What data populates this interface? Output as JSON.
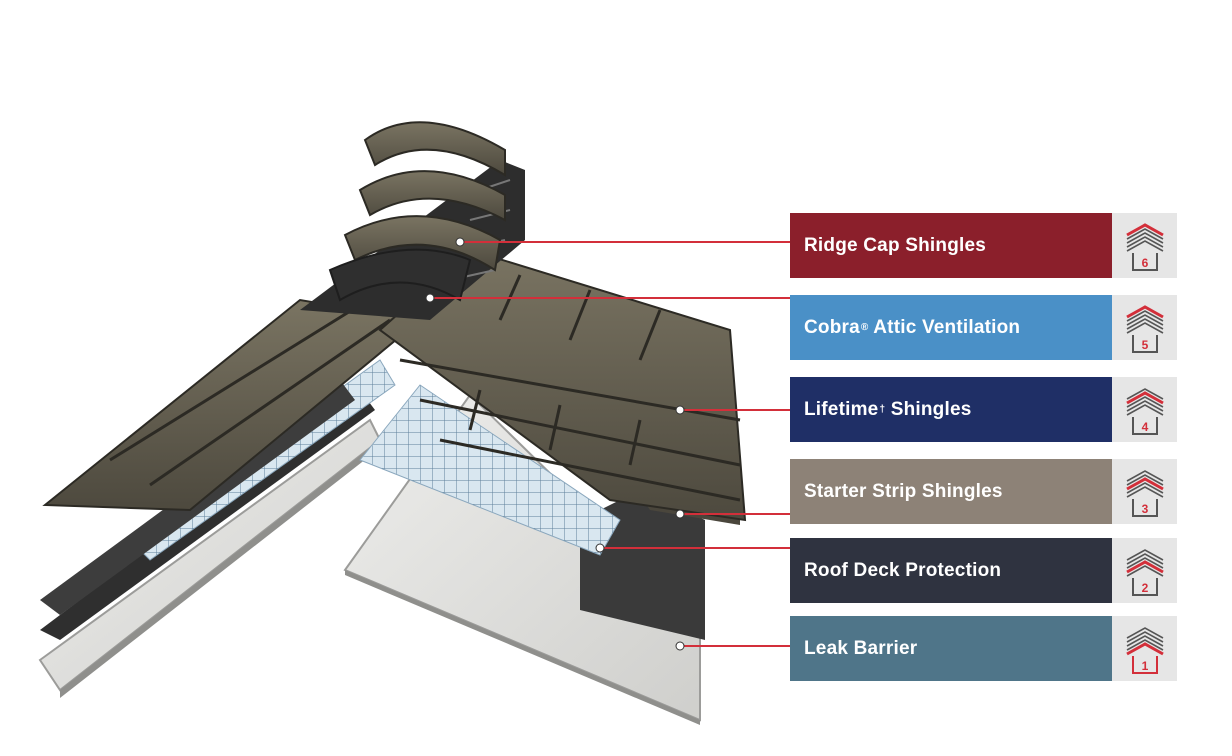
{
  "layers": [
    {
      "name": "Ridge Cap Shingles",
      "sup": "",
      "suffix": "",
      "number": "6",
      "color": "#8b1f2b"
    },
    {
      "name": "Cobra",
      "sup": "®",
      "suffix": " Attic Ventilation",
      "number": "5",
      "color": "#4a90c7"
    },
    {
      "name": "Lifetime",
      "sup": "†",
      "suffix": " Shingles",
      "number": "4",
      "color": "#1f2f66"
    },
    {
      "name": "Starter Strip Shingles",
      "sup": "",
      "suffix": "",
      "number": "3",
      "color": "#8d8277"
    },
    {
      "name": "Roof Deck Protection",
      "sup": "",
      "suffix": "",
      "number": "2",
      "color": "#2f3340"
    },
    {
      "name": "Leak Barrier",
      "sup": "",
      "suffix": "",
      "number": "1",
      "color": "#4f7589"
    }
  ],
  "colors": {
    "leader_line": "#d32f3a",
    "icon_background": "#e6e6e6",
    "icon_line": "#555555",
    "icon_highlight": "#d32f3a",
    "shingle": "#6b6656",
    "shingle_dark": "#3f3c33",
    "underlayment": "#cfe0ea",
    "decking": "#dcdcdc"
  }
}
